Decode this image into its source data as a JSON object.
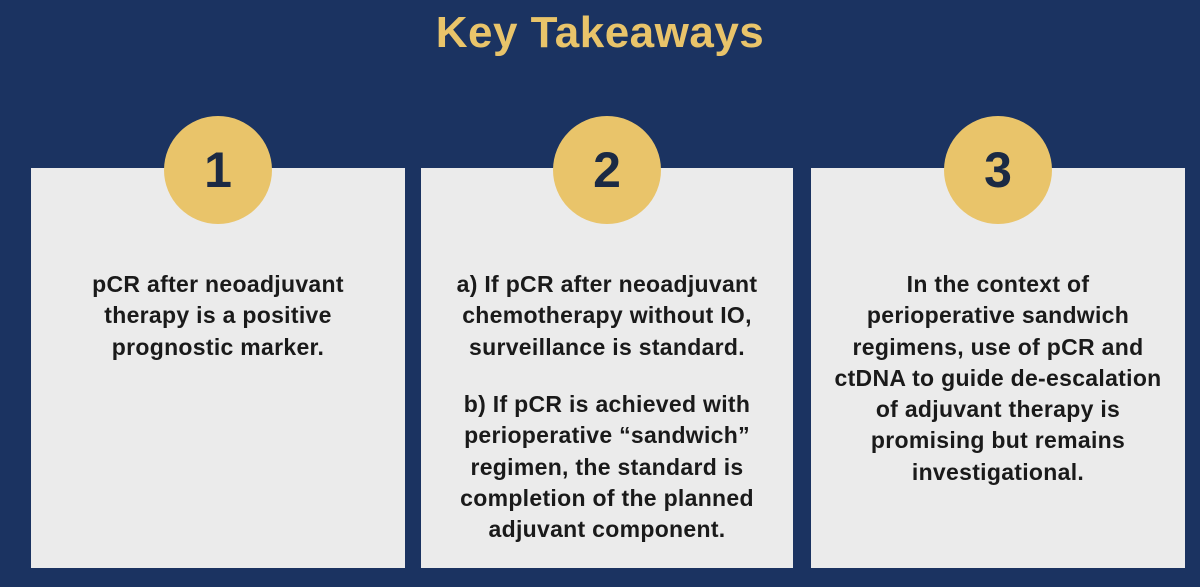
{
  "title": "Key Takeaways",
  "colors": {
    "background": "#1b3361",
    "accent": "#e9c46a",
    "card": "#ebebeb",
    "text": "#1a1a1a"
  },
  "takeaways": [
    {
      "number": "1",
      "text": "pCR after neoadjuvant therapy is a positive prognostic marker."
    },
    {
      "number": "2",
      "text_a": "a) If pCR after neoadjuvant chemotherapy without  IO, surveillance is standard.",
      "text_b": "b) If pCR is achieved with perioperative “sandwich” regimen, the standard is completion of the planned adjuvant component."
    },
    {
      "number": "3",
      "text": "In the context of perioperative sandwich regimens, use of pCR and ctDNA to guide de-escalation of adjuvant therapy is promising but remains investigational."
    }
  ]
}
